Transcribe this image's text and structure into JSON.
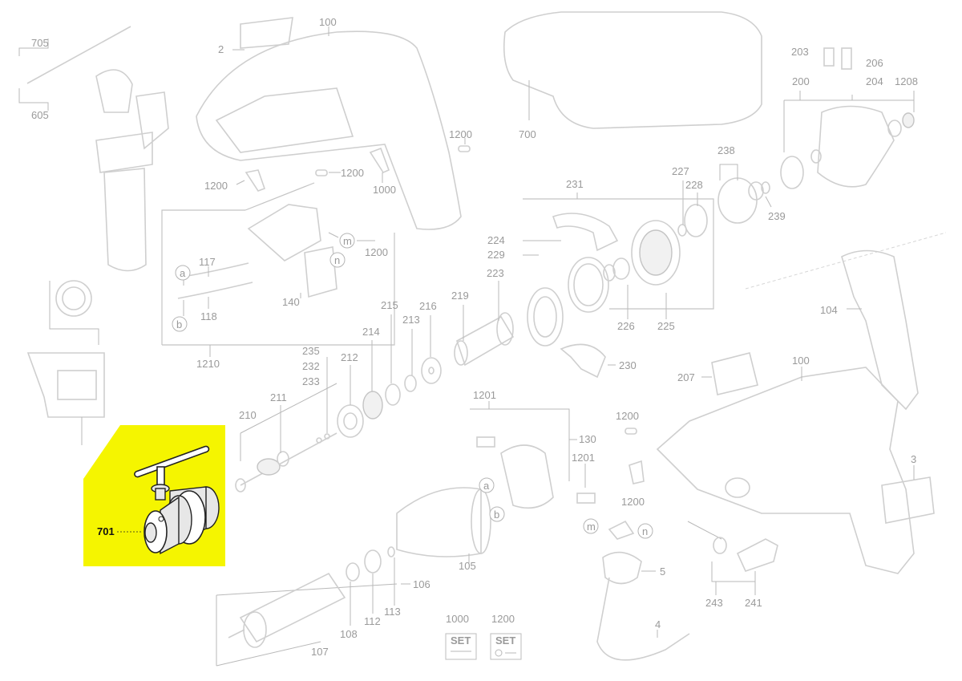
{
  "highlight": {
    "label": "701",
    "color": "#f5f500"
  },
  "labels": {
    "l705": "705",
    "l605": "605",
    "l100a": "100",
    "l2": "2",
    "l1200a": "1200",
    "l1200b": "1200",
    "l1200c": "1200",
    "l1000a": "1000",
    "l700": "700",
    "l203": "203",
    "l206": "206",
    "l200": "200",
    "l204": "204",
    "l1208": "1208",
    "l238": "238",
    "l227": "227",
    "l228": "228",
    "l239": "239",
    "l231": "231",
    "l1200d": "1200",
    "l117": "117",
    "l118": "118",
    "l140": "140",
    "l1210": "1210",
    "l224": "224",
    "l229": "229",
    "l223": "223",
    "l219": "219",
    "l215": "215",
    "l216": "216",
    "l213": "213",
    "l214": "214",
    "l226": "226",
    "l225": "225",
    "l230": "230",
    "l104": "104",
    "l235": "235",
    "l232": "232",
    "l233": "233",
    "l212": "212",
    "l211": "211",
    "l210": "210",
    "l207": "207",
    "l100b": "100",
    "l1201a": "1201",
    "l130": "130",
    "l1201b": "1201",
    "l1200e": "1200",
    "l1200f": "1200",
    "l3": "3",
    "l105": "105",
    "l106": "106",
    "l5": "5",
    "l4": "4",
    "l243": "243",
    "l241": "241",
    "l107": "107",
    "l108": "108",
    "l112": "112",
    "l113": "113",
    "l1000b": "1000",
    "l1200g": "1200"
  },
  "callouts": {
    "m1": "m",
    "n1": "n",
    "a1": "a",
    "b1": "b",
    "a2": "a",
    "b2": "b",
    "m2": "m",
    "n2": "n"
  },
  "set_icons": {
    "set1": "SET",
    "set2": "SET"
  }
}
